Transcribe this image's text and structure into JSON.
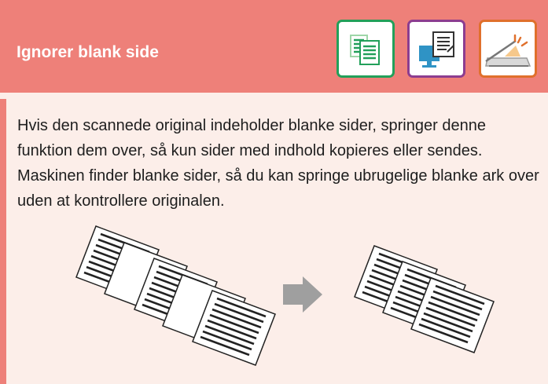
{
  "header": {
    "title": "Ignorer blank side",
    "mode_icons": [
      "copy-mode-icon",
      "send-mode-icon",
      "scan-mode-icon"
    ],
    "colors": {
      "banner": "#ee8079",
      "copy": "#22a05a",
      "send": "#8c3d90",
      "scan": "#e0702c"
    }
  },
  "body": {
    "description": "Hvis den scannede original indeholder blanke sider, springer denne funktion dem over, så kun sider med indhold kopieres eller sendes. Maskinen finder blanke sider, så du kan springe ubrugelige blanke ark over uden at kontrollere originalen."
  },
  "illustration": {
    "before": [
      "text",
      "blank",
      "text",
      "blank",
      "text"
    ],
    "after": [
      "text",
      "text",
      "text"
    ],
    "arrow": "right-arrow-icon"
  }
}
